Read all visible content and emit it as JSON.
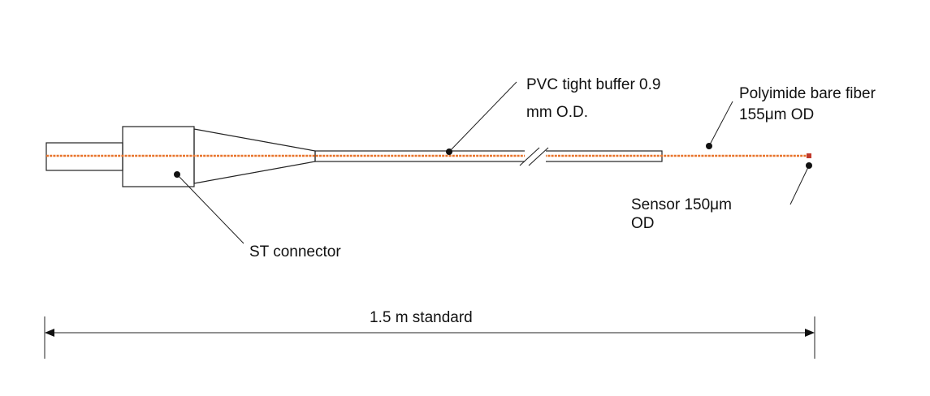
{
  "labels": {
    "buffer_line1": "PVC tight buffer 0.9",
    "buffer_line2": "mm O.D.",
    "fiber_line1": "Polyimide bare fiber",
    "fiber_line2": "155μm OD",
    "sensor_line1": "Sensor 150μm",
    "sensor_line2": "OD",
    "connector": "ST connector",
    "length": "1.5 m standard"
  },
  "colors": {
    "fiber": "#E8742C",
    "sensor_tip": "#C0392B",
    "outline": "#222222"
  }
}
